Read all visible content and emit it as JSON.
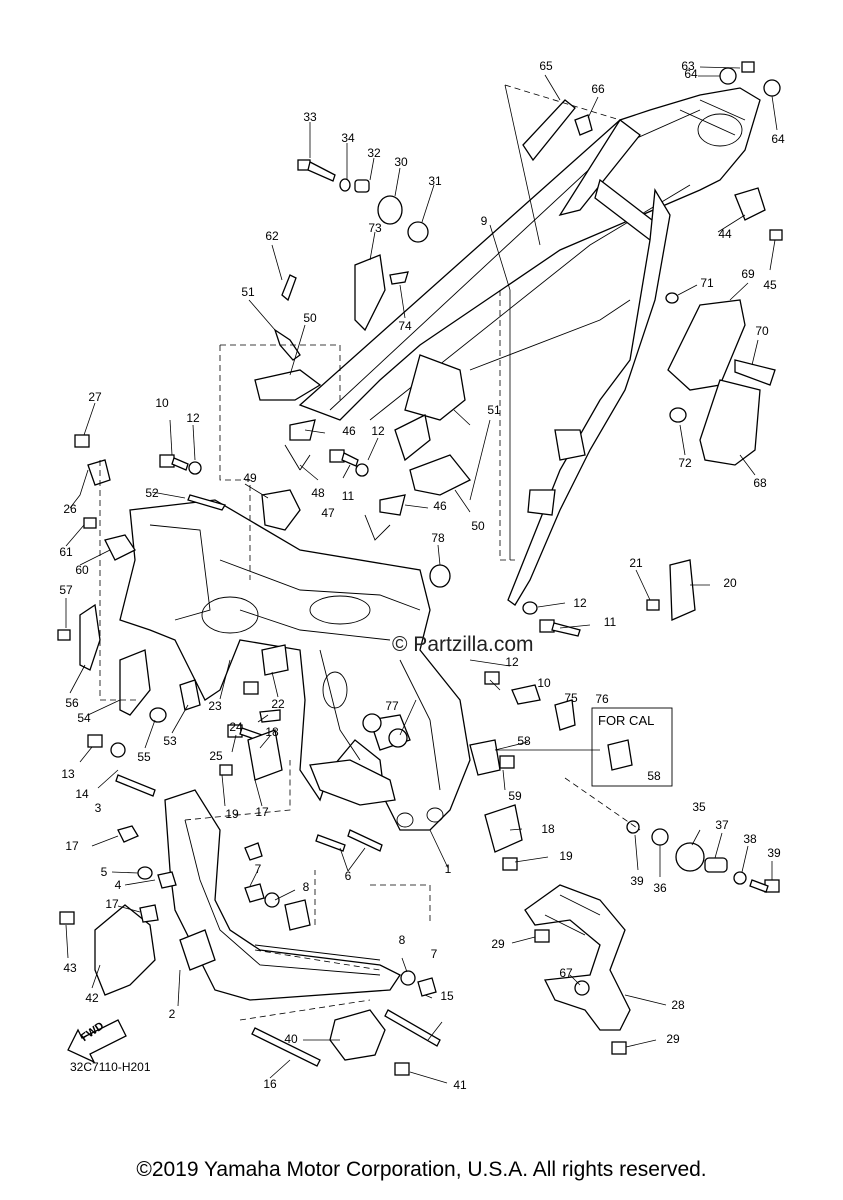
{
  "diagram": {
    "code": "32C7110-H201",
    "fwd_label": "FWD",
    "for_cal_label": "FOR CAL",
    "watermark": "© Partzilla.com",
    "copyright": "©2019 Yamaha Motor Corporation, U.S.A. All rights reserved."
  },
  "callouts": [
    {
      "n": "1"
    },
    {
      "n": "2"
    },
    {
      "n": "3"
    },
    {
      "n": "4"
    },
    {
      "n": "5"
    },
    {
      "n": "6"
    },
    {
      "n": "7"
    },
    {
      "n": "7"
    },
    {
      "n": "8"
    },
    {
      "n": "8"
    },
    {
      "n": "9"
    },
    {
      "n": "10"
    },
    {
      "n": "10"
    },
    {
      "n": "11"
    },
    {
      "n": "11"
    },
    {
      "n": "12"
    },
    {
      "n": "12"
    },
    {
      "n": "12"
    },
    {
      "n": "12"
    },
    {
      "n": "13"
    },
    {
      "n": "14"
    },
    {
      "n": "15"
    },
    {
      "n": "16"
    },
    {
      "n": "17"
    },
    {
      "n": "17"
    },
    {
      "n": "17"
    },
    {
      "n": "18"
    },
    {
      "n": "18"
    },
    {
      "n": "19"
    },
    {
      "n": "19"
    },
    {
      "n": "20"
    },
    {
      "n": "21"
    },
    {
      "n": "22"
    },
    {
      "n": "23"
    },
    {
      "n": "24"
    },
    {
      "n": "25"
    },
    {
      "n": "26"
    },
    {
      "n": "27"
    },
    {
      "n": "28"
    },
    {
      "n": "29"
    },
    {
      "n": "29"
    },
    {
      "n": "30"
    },
    {
      "n": "31"
    },
    {
      "n": "32"
    },
    {
      "n": "33"
    },
    {
      "n": "34"
    },
    {
      "n": "35"
    },
    {
      "n": "36"
    },
    {
      "n": "37"
    },
    {
      "n": "38"
    },
    {
      "n": "39"
    },
    {
      "n": "39"
    },
    {
      "n": "40"
    },
    {
      "n": "41"
    },
    {
      "n": "42"
    },
    {
      "n": "43"
    },
    {
      "n": "44"
    },
    {
      "n": "45"
    },
    {
      "n": "46"
    },
    {
      "n": "46"
    },
    {
      "n": "47"
    },
    {
      "n": "48"
    },
    {
      "n": "49"
    },
    {
      "n": "50"
    },
    {
      "n": "50"
    },
    {
      "n": "51"
    },
    {
      "n": "51"
    },
    {
      "n": "52"
    },
    {
      "n": "53"
    },
    {
      "n": "54"
    },
    {
      "n": "55"
    },
    {
      "n": "56"
    },
    {
      "n": "57"
    },
    {
      "n": "58"
    },
    {
      "n": "58"
    },
    {
      "n": "59"
    },
    {
      "n": "60"
    },
    {
      "n": "61"
    },
    {
      "n": "62"
    },
    {
      "n": "63"
    },
    {
      "n": "64"
    },
    {
      "n": "64"
    },
    {
      "n": "65"
    },
    {
      "n": "66"
    },
    {
      "n": "67"
    },
    {
      "n": "68"
    },
    {
      "n": "69"
    },
    {
      "n": "70"
    },
    {
      "n": "71"
    },
    {
      "n": "72"
    },
    {
      "n": "73"
    },
    {
      "n": "74"
    },
    {
      "n": "75"
    },
    {
      "n": "76"
    },
    {
      "n": "77"
    },
    {
      "n": "78"
    }
  ]
}
